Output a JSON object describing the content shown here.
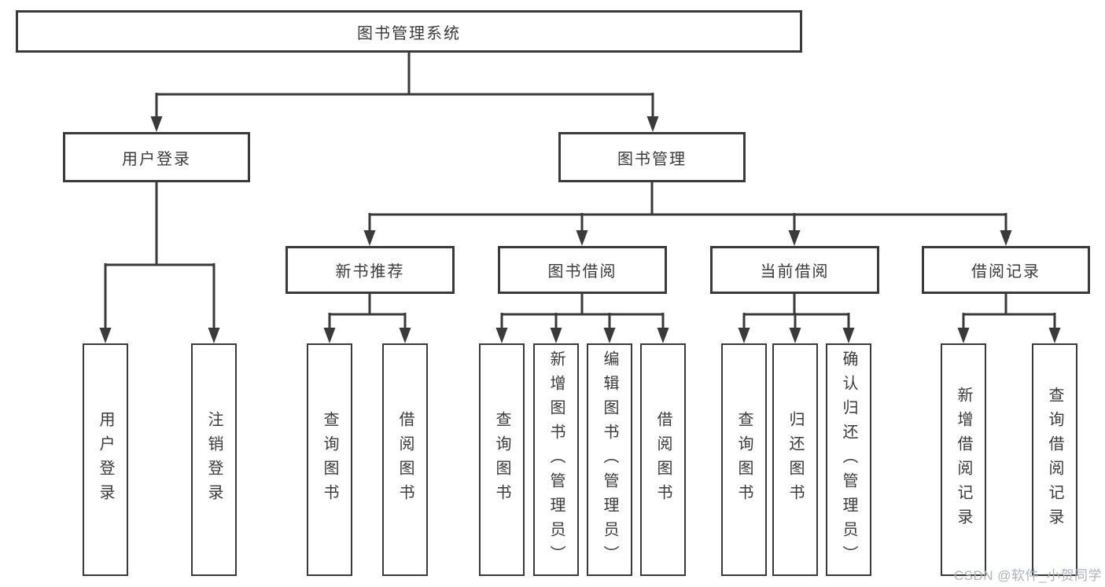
{
  "diagram": {
    "root": "图书管理系统",
    "level2": [
      {
        "label": "用户登录"
      },
      {
        "label": "图书管理"
      }
    ],
    "level3": [
      {
        "label": "新书推荐"
      },
      {
        "label": "图书借阅"
      },
      {
        "label": "当前借阅"
      },
      {
        "label": "借阅记录"
      }
    ],
    "leaves": {
      "user_login": [
        "用户登录",
        "注销登录"
      ],
      "new_books": [
        "查询图书",
        "借阅图书"
      ],
      "book_borrow": [
        "查询图书",
        "新增图书（管理员）",
        "编辑图书（管理员）",
        "借阅图书"
      ],
      "current_borrow": [
        "查询图书",
        "归还图书",
        "确认归还（管理员）"
      ],
      "borrow_records": [
        "新增借阅记录",
        "查询借阅记录"
      ]
    },
    "colors": {
      "line": "#3a3a3a",
      "text": "#3a3a3a",
      "background": "#ffffff",
      "watermark": "#aeb2ba"
    }
  },
  "watermark": {
    "text": "CSDN @软件_小贺同学"
  }
}
